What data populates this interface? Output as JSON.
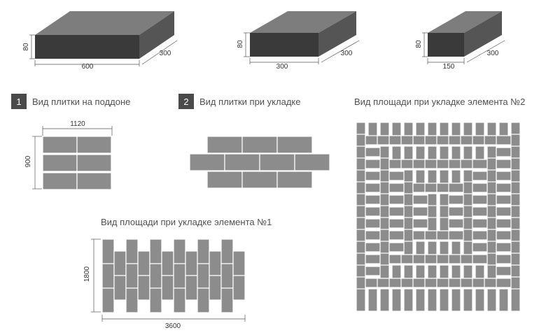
{
  "blocks": [
    {
      "height": "80",
      "width": "600",
      "depth": "300"
    },
    {
      "height": "80",
      "width": "300",
      "depth": "300"
    },
    {
      "height": "80",
      "width": "150",
      "depth": "300"
    }
  ],
  "section1": {
    "number": "1",
    "caption": "Вид плитки на поддоне",
    "width_dim": "1120",
    "height_dim": "900"
  },
  "section2": {
    "number": "2",
    "caption": "Вид плитки при укладке"
  },
  "pattern1": {
    "caption": "Вид площади при укладке элемента №1",
    "height_dim": "1800",
    "width_dim": "3600"
  },
  "pattern2": {
    "caption": "Вид площади при укладке элемента №2"
  },
  "colors": {
    "tile": "#8c8c8c",
    "tile_stroke": "#ffffff",
    "block_top": "#7d7d7d",
    "block_front": "#3a3a3a",
    "block_side": "#555555",
    "badge": "#4a4a4a",
    "dim_line": "#555555"
  }
}
